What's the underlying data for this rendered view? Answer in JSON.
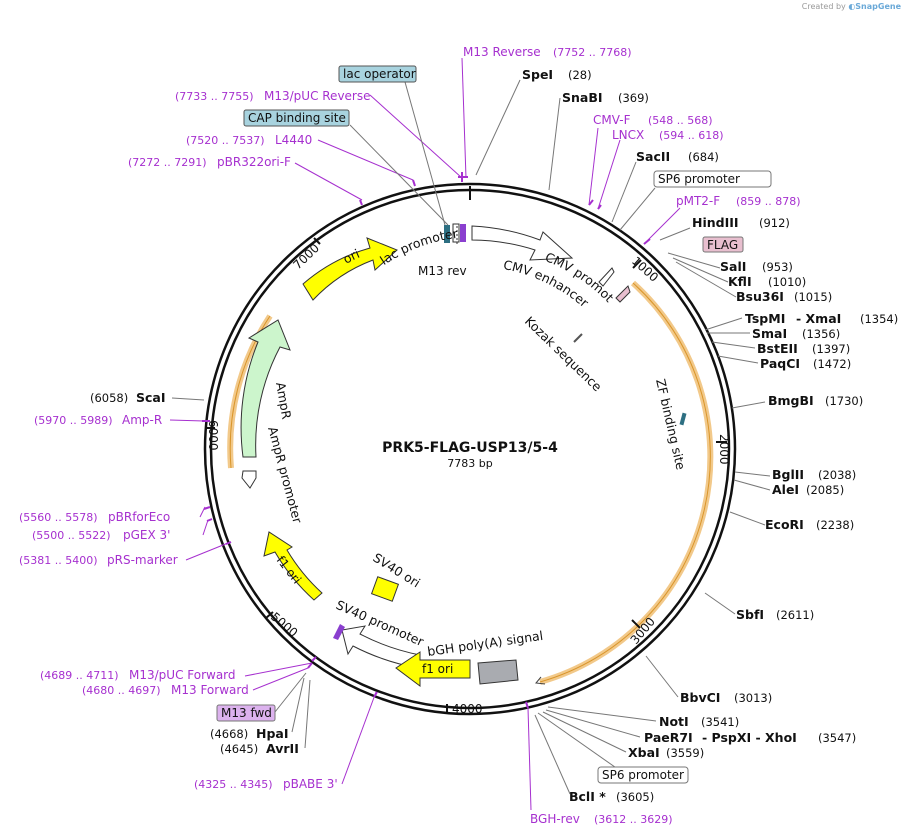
{
  "credit": {
    "prefix": "Created by",
    "brand": "SnapGene"
  },
  "plasmid": {
    "name": "PRK5-FLAG-USP13/5-4",
    "length": "7783 bp"
  },
  "ticks": [
    "1000",
    "2000",
    "3000",
    "4000",
    "5000",
    "6000",
    "7000"
  ],
  "enzymes": [
    {
      "name": "SpeI",
      "pos": "(28)"
    },
    {
      "name": "SnaBI",
      "pos": "(369)"
    },
    {
      "name": "SacII",
      "pos": "(684)"
    },
    {
      "name": "HindIII",
      "pos": "(912)"
    },
    {
      "name": "SalI",
      "pos": "(953)"
    },
    {
      "name": "KflI",
      "pos": "(1010)"
    },
    {
      "name": "Bsu36I",
      "pos": "(1015)"
    },
    {
      "name": "TspMI",
      "sep": "- XmaI",
      "pos": "(1354)"
    },
    {
      "name": "SmaI",
      "pos": "(1356)"
    },
    {
      "name": "BstEII",
      "pos": "(1397)"
    },
    {
      "name": "PaqCI",
      "pos": "(1472)"
    },
    {
      "name": "BmgBI",
      "pos": "(1730)"
    },
    {
      "name": "BglII",
      "pos": "(2038)"
    },
    {
      "name": "AleI",
      "pos": "(2085)"
    },
    {
      "name": "EcoRI",
      "pos": "(2238)"
    },
    {
      "name": "SbfI",
      "pos": "(2611)"
    },
    {
      "name": "BbvCI",
      "pos": "(3013)"
    },
    {
      "name": "NotI",
      "pos": "(3541)"
    },
    {
      "name": "PaeR7I",
      "sep": "- PspXI  - XhoI",
      "pos": "(3547)"
    },
    {
      "name": "XbaI",
      "pos": "(3559)"
    },
    {
      "name": "BclI *",
      "pos": "(3605)"
    },
    {
      "name": "AvrII",
      "pos": "(4645)"
    },
    {
      "name": "HpaI",
      "pos": "(4668)"
    },
    {
      "name": "ScaI",
      "pos": "(6058)"
    }
  ],
  "primers": [
    {
      "name": "M13 Reverse",
      "range": "(7752 .. 7768)"
    },
    {
      "name": "M13/pUC Reverse",
      "range": "(7733 .. 7755)"
    },
    {
      "name": "L4440",
      "range": "(7520 .. 7537)"
    },
    {
      "name": "pBR322ori-F",
      "range": "(7272 .. 7291)"
    },
    {
      "name": "CMV-F",
      "range": "(548 .. 568)"
    },
    {
      "name": "LNCX",
      "range": "(594 .. 618)"
    },
    {
      "name": "pMT2-F",
      "range": "(859 .. 878)"
    },
    {
      "name": "Amp-R",
      "range": "(5970 .. 5989)"
    },
    {
      "name": "pBRforEco",
      "range": "(5560 .. 5578)"
    },
    {
      "name": "pGEX 3'",
      "range": "(5500 .. 5522)"
    },
    {
      "name": "pRS-marker",
      "range": "(5381 .. 5400)"
    },
    {
      "name": "M13/pUC Forward",
      "range": "(4689 .. 4711)"
    },
    {
      "name": "M13 Forward",
      "range": "(4680 .. 4697)"
    },
    {
      "name": "pBABE 3'",
      "range": "(4325 .. 4345)"
    },
    {
      "name": "BGH-rev",
      "range": "(3612 .. 3629)"
    }
  ],
  "boxed_features": {
    "lac_operator": "lac operator",
    "cap_site": "CAP binding site",
    "sp6_top": "SP6 promoter",
    "flag": "FLAG",
    "sp6_bottom": "SP6 promoter",
    "m13_fwd": "M13 fwd"
  },
  "features": {
    "lac_promoter": "lac promoter",
    "m13_rev": "M13 rev",
    "cmv_promoter": "CMV promoter",
    "cmv_enhancer": "CMV enhancer",
    "kozak": "Kozak sequence",
    "zf_site": "ZF binding site",
    "bgh": "bGH poly(A) signal",
    "f1_ori_bottom": "f1 ori",
    "sv40_promoter": "SV40 promoter",
    "sv40_ori": "SV40 ori",
    "f1_ori_left": "f1 ori",
    "ampr_promoter": "AmpR promoter",
    "ampr": "AmpR",
    "ori": "ori"
  },
  "colors": {
    "primer": "#a630cf",
    "yellow_feature": "#ffff00",
    "ampr_fill": "#ccf5cc",
    "cds_highlight": "#f2c98a",
    "lac_operator_box": "#a8d3df",
    "flag_box": "#e8bfcf",
    "m13_fwd_box": "#dcb2ee"
  }
}
